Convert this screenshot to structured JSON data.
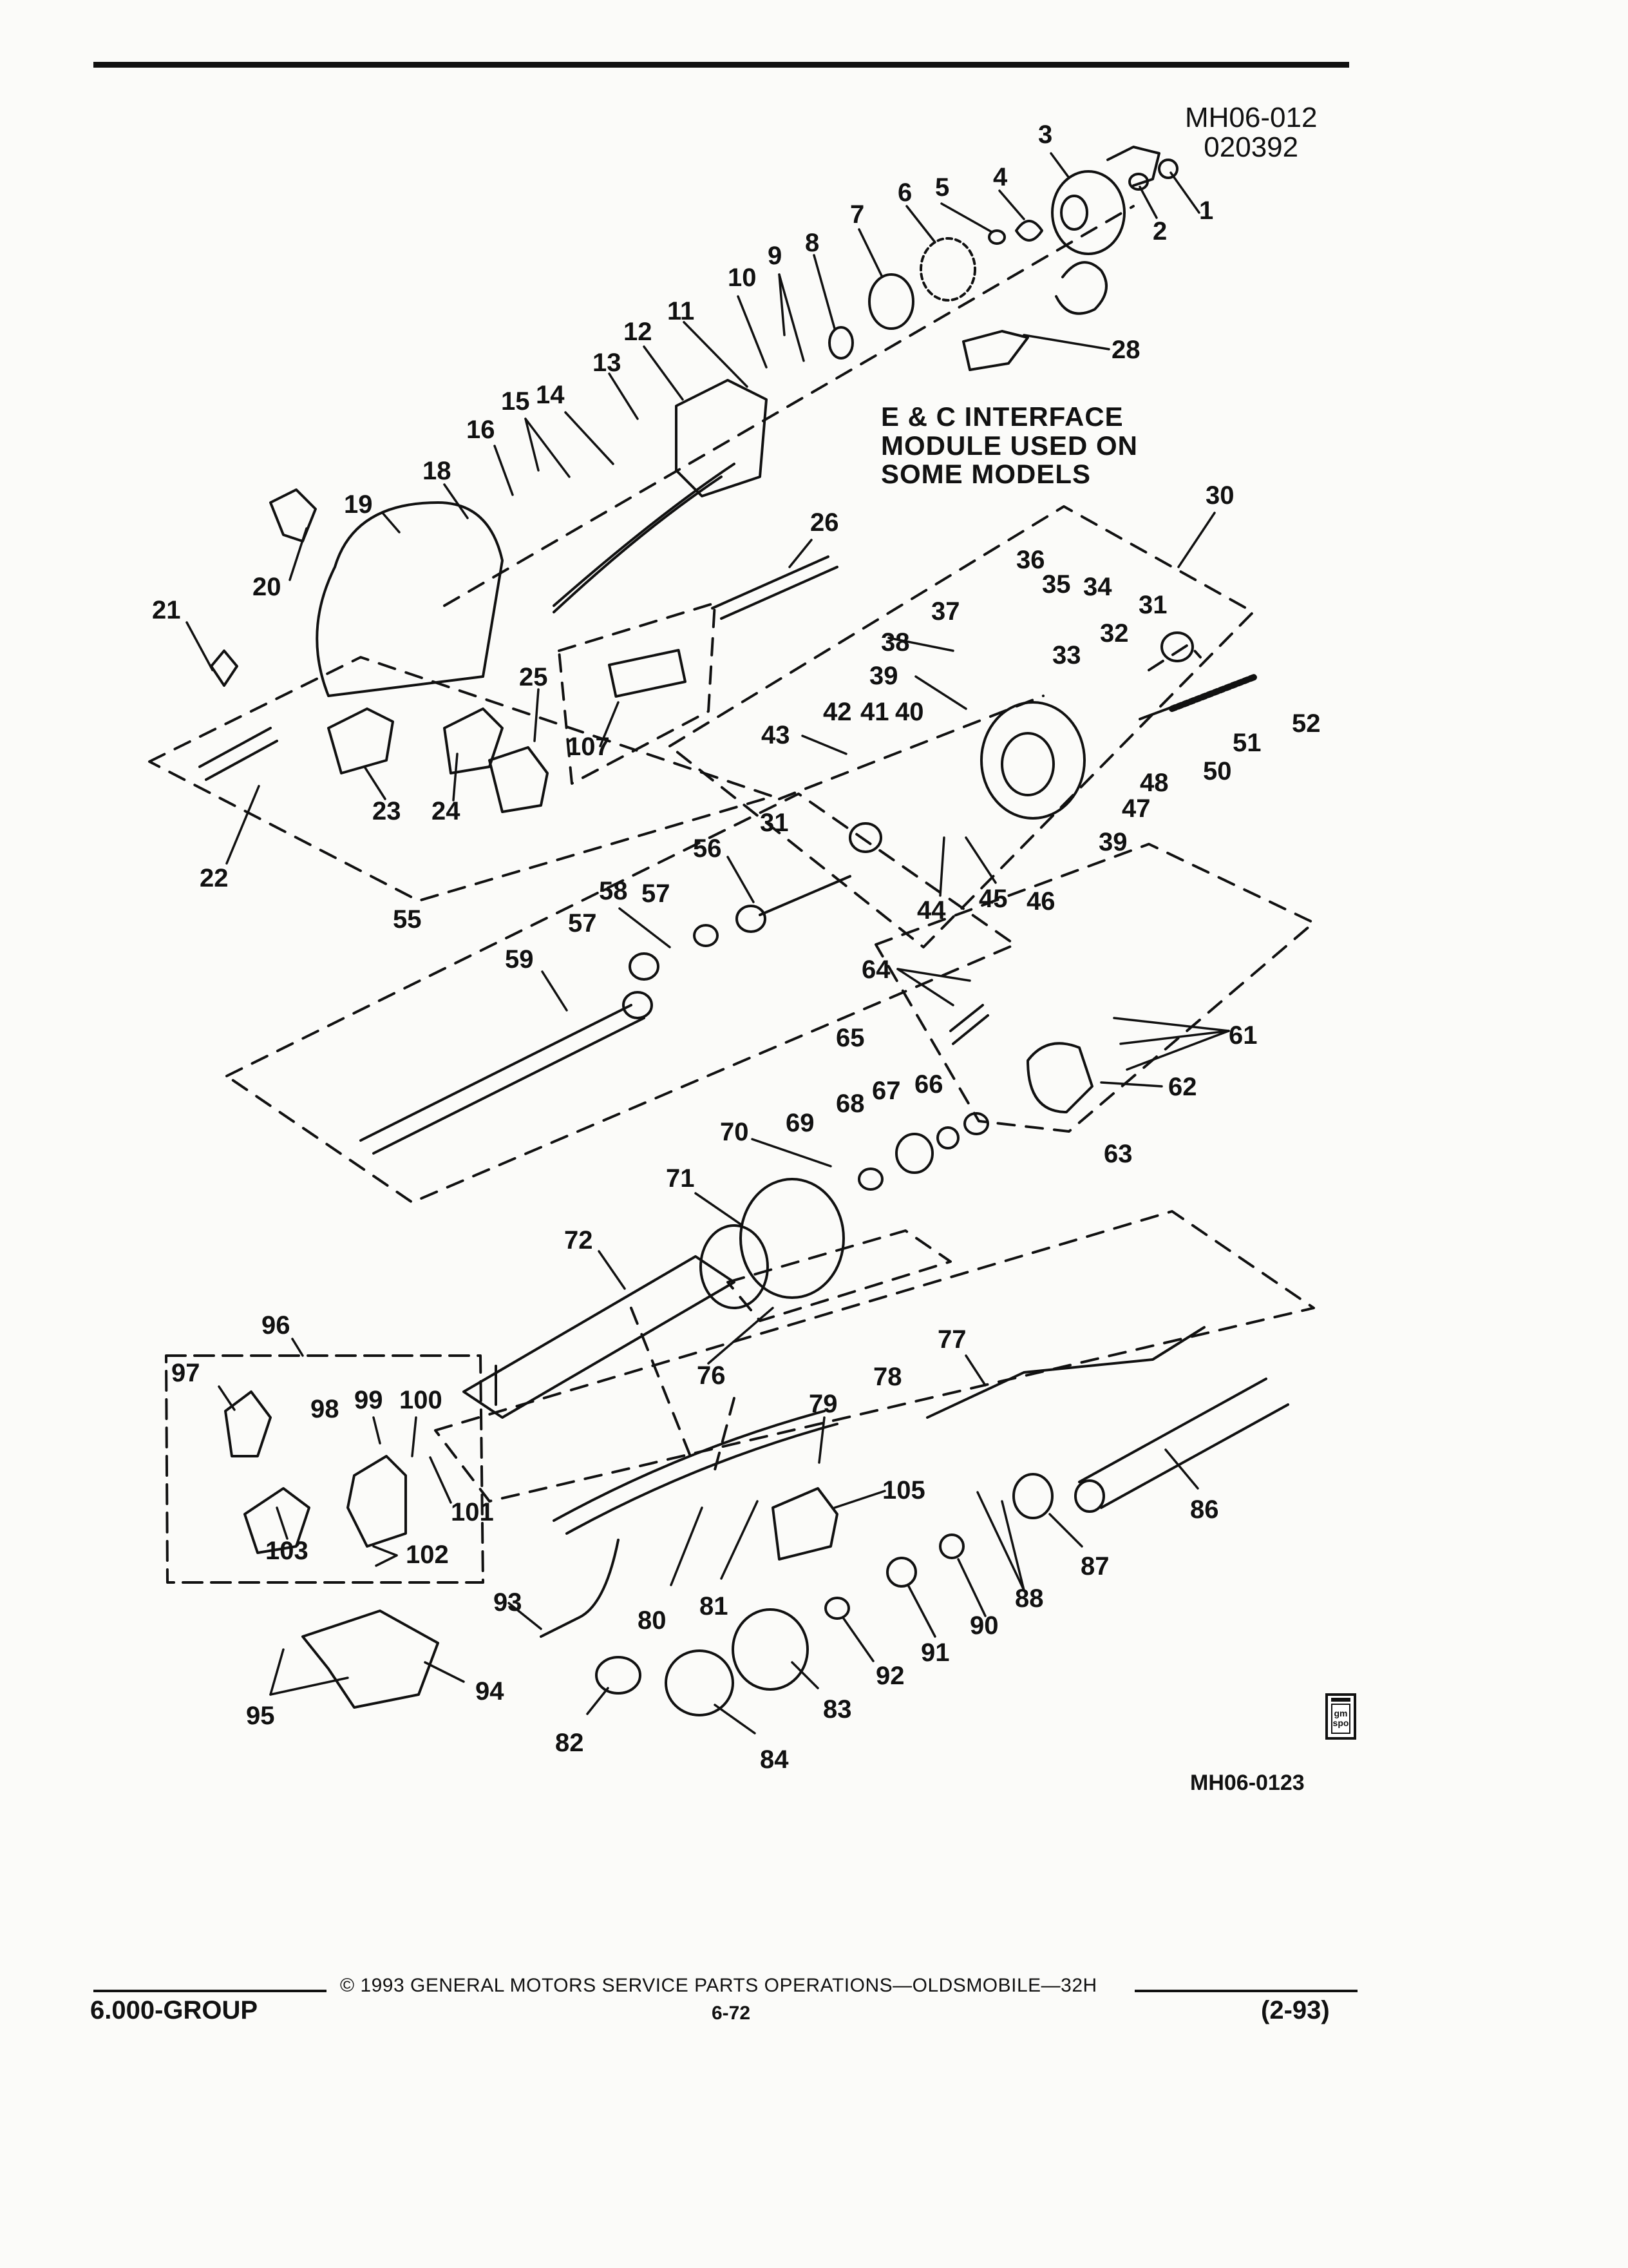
{
  "header": {
    "code_top_line1": "MH06-012",
    "code_top_line2": "020392"
  },
  "note": {
    "line1": "E & C INTERFACE",
    "line2": "MODULE USED ON",
    "line3": "SOME MODELS"
  },
  "figure_code": "MH06-0123",
  "logo": {
    "text_line1": "gm",
    "text_line2": "spo"
  },
  "footer": {
    "copyright": "© 1993  GENERAL MOTORS SERVICE PARTS OPERATIONS—OLDSMOBILE—32H",
    "group": "6.000-GROUP",
    "page_number": "6-72",
    "date_code": "(2-93)"
  },
  "diagram": {
    "labels": [
      "1",
      "2",
      "3",
      "4",
      "5",
      "6",
      "7",
      "8",
      "9",
      "10",
      "11",
      "12",
      "13",
      "14",
      "15",
      "16",
      "18",
      "19",
      "20",
      "21",
      "22",
      "23",
      "24",
      "25",
      "26",
      "28",
      "30",
      "31",
      "31",
      "32",
      "33",
      "34",
      "35",
      "36",
      "37",
      "38",
      "39",
      "39",
      "40",
      "41",
      "42",
      "43",
      "44",
      "45",
      "46",
      "47",
      "48",
      "50",
      "51",
      "52",
      "55",
      "56",
      "57",
      "57",
      "58",
      "59",
      "61",
      "62",
      "63",
      "64",
      "65",
      "66",
      "67",
      "68",
      "69",
      "70",
      "71",
      "72",
      "76",
      "77",
      "78",
      "79",
      "80",
      "81",
      "82",
      "83",
      "84",
      "86",
      "87",
      "88",
      "90",
      "91",
      "92",
      "93",
      "94",
      "95",
      "96",
      "97",
      "98",
      "99",
      "100",
      "101",
      "102",
      "103",
      "105",
      "107"
    ]
  }
}
